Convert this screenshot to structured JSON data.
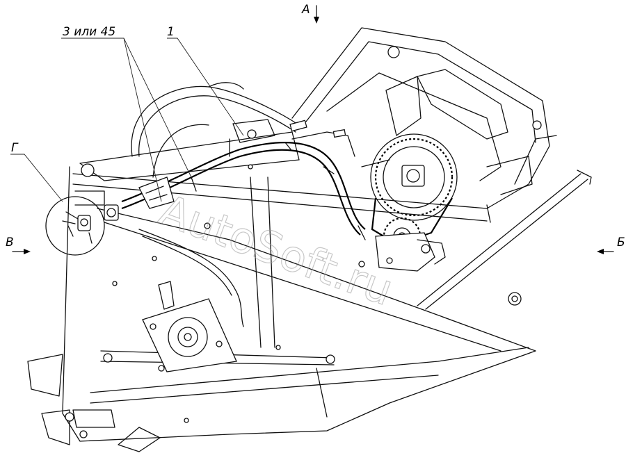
{
  "labels": {
    "view_a": "А",
    "view_b": "Б",
    "view_v": "В",
    "view_g": "Г",
    "callout_1": "1",
    "callout_3": "3 или 45"
  },
  "watermark": "AutoSoft.ru"
}
